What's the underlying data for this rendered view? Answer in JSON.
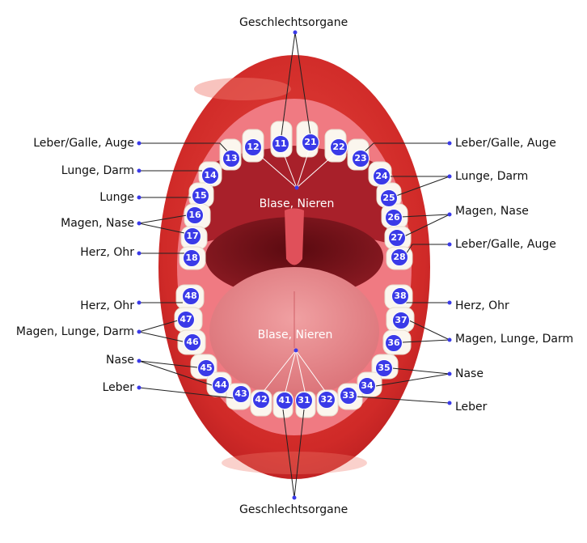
{
  "labels": {
    "top_center": "Geschlechtsorgane",
    "bottom_center": "Geschlechtsorgane",
    "upper_inner": "Blase, Nieren",
    "lower_inner": "Blase, Nieren",
    "left": {
      "leber_galle_auge": "Leber/Galle, Auge",
      "lunge_darm": "Lunge, Darm",
      "lunge": "Lunge",
      "magen_nase": "Magen, Nase",
      "herz_ohr_upper": "Herz, Ohr",
      "herz_ohr_lower": "Herz, Ohr",
      "magen_lunge_darm": "Magen, Lunge, Darm",
      "nase": "Nase",
      "leber": "Leber"
    },
    "right": {
      "leber_galle_auge_upper": "Leber/Galle, Auge",
      "lunge_darm": "Lunge, Darm",
      "magen_nase": "Magen, Nase",
      "leber_galle_auge_lower": "Leber/Galle, Auge",
      "herz_ohr": "Herz, Ohr",
      "magen_lunge_darm": "Magen, Lunge, Darm",
      "nase": "Nase",
      "leber": "Leber"
    }
  },
  "teeth": {
    "t11": "11",
    "t12": "12",
    "t13": "13",
    "t14": "14",
    "t15": "15",
    "t16": "16",
    "t17": "17",
    "t18": "18",
    "t21": "21",
    "t22": "22",
    "t23": "23",
    "t24": "24",
    "t25": "25",
    "t26": "26",
    "t27": "27",
    "t28": "28",
    "t31": "31",
    "t32": "32",
    "t33": "33",
    "t34": "34",
    "t35": "35",
    "t36": "36",
    "t37": "37",
    "t38": "38",
    "t41": "41",
    "t42": "42",
    "t43": "43",
    "t44": "44",
    "t45": "45",
    "t46": "46",
    "t47": "47",
    "t48": "48"
  },
  "colors": {
    "lip": "#d8312f",
    "lip_highlight": "#f06a5e",
    "gum": "#f07a82",
    "mouth_interior": "#8a1a22",
    "tongue": "#e8868a",
    "tooth": "#fbf6ee",
    "badge": "#3a3ae8",
    "connector": "#222222"
  }
}
